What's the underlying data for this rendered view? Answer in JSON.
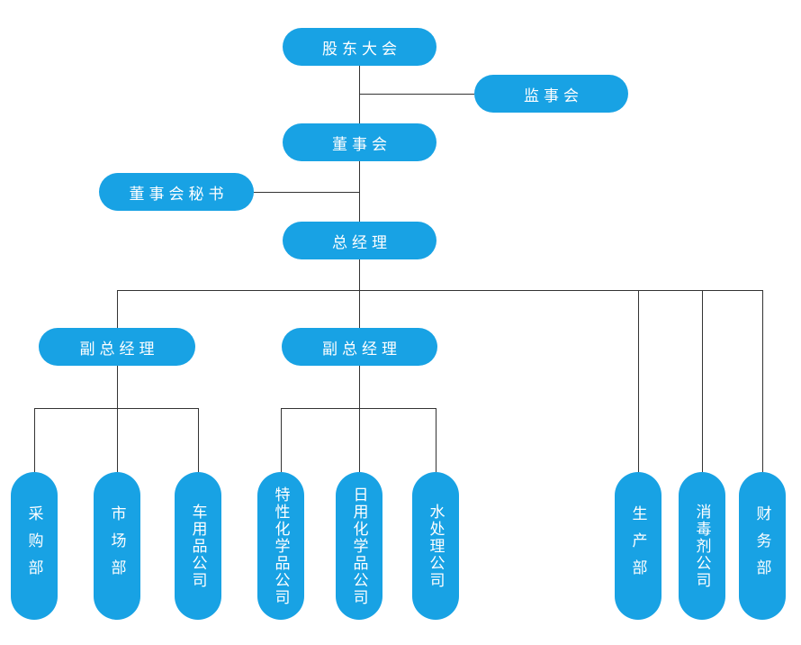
{
  "org_chart": {
    "title": "",
    "nodes": [
      {
        "id": "shareholders-meeting",
        "label": "股东大会"
      },
      {
        "id": "supervisory-board",
        "label": "监事会"
      },
      {
        "id": "board-of-directors",
        "label": "董事会"
      },
      {
        "id": "board-secretary",
        "label": "董事会秘书"
      },
      {
        "id": "general-manager",
        "label": "总经理"
      },
      {
        "id": "deputy-general-manager-1",
        "label": "副总经理"
      },
      {
        "id": "deputy-general-manager-2",
        "label": "副总经理"
      },
      {
        "id": "purchasing-dept",
        "label": "采购部"
      },
      {
        "id": "marketing-dept",
        "label": "市场部"
      },
      {
        "id": "car-products-company",
        "label": "车用品公司"
      },
      {
        "id": "specialty-chemicals-company",
        "label": "特性化学品公司"
      },
      {
        "id": "daily-chemicals-company",
        "label": "日用化学品公司"
      },
      {
        "id": "water-treatment-company",
        "label": "水处理公司"
      },
      {
        "id": "production-dept",
        "label": "生产部"
      },
      {
        "id": "disinfectant-company",
        "label": "消毒剂公司"
      },
      {
        "id": "finance-dept",
        "label": "财务部"
      }
    ],
    "edges": [
      {
        "from": "shareholders-meeting",
        "to": "supervisory-board"
      },
      {
        "from": "shareholders-meeting",
        "to": "board-of-directors"
      },
      {
        "from": "board-of-directors",
        "to": "board-secretary"
      },
      {
        "from": "board-of-directors",
        "to": "general-manager"
      },
      {
        "from": "general-manager",
        "to": "deputy-general-manager-1"
      },
      {
        "from": "general-manager",
        "to": "deputy-general-manager-2"
      },
      {
        "from": "general-manager",
        "to": "production-dept"
      },
      {
        "from": "general-manager",
        "to": "disinfectant-company"
      },
      {
        "from": "general-manager",
        "to": "finance-dept"
      },
      {
        "from": "deputy-general-manager-1",
        "to": "purchasing-dept"
      },
      {
        "from": "deputy-general-manager-1",
        "to": "marketing-dept"
      },
      {
        "from": "deputy-general-manager-1",
        "to": "car-products-company"
      },
      {
        "from": "deputy-general-manager-2",
        "to": "specialty-chemicals-company"
      },
      {
        "from": "deputy-general-manager-2",
        "to": "daily-chemicals-company"
      },
      {
        "from": "deputy-general-manager-2",
        "to": "water-treatment-company"
      }
    ],
    "colors": {
      "node_fill": "#18a2e4",
      "node_text": "#ffffff",
      "connector": "#333333",
      "background": "#ffffff"
    }
  }
}
